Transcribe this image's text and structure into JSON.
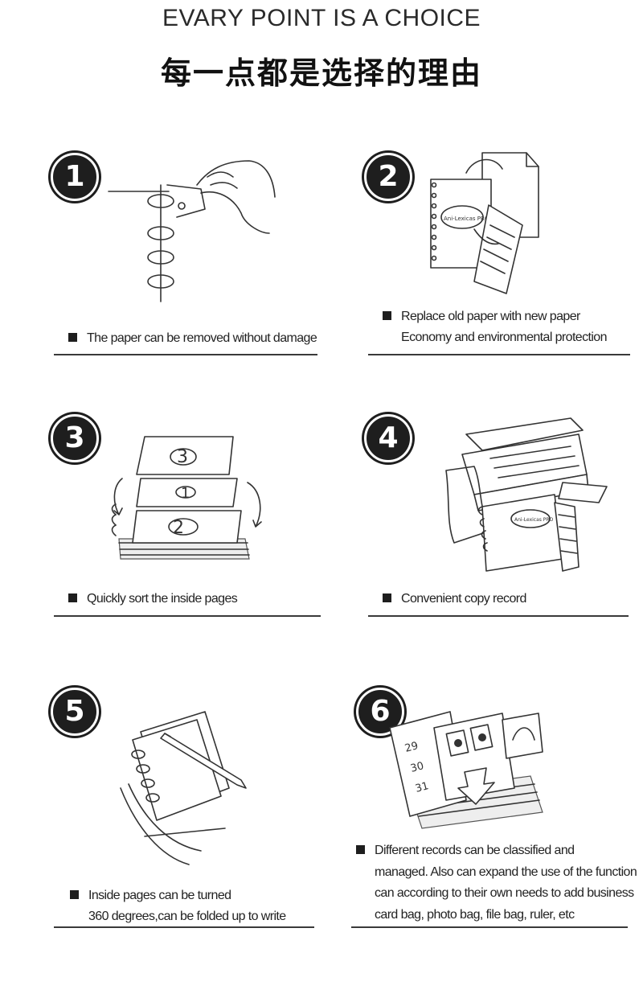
{
  "header": {
    "title_en": "EVARY POINT IS A CHOICE",
    "title_cn": "每一点都是选择的理由"
  },
  "features": [
    {
      "number": "1",
      "icon": "paper-removal-icon",
      "lines": [
        "The paper can be removed without damage"
      ]
    },
    {
      "number": "2",
      "icon": "paper-replace-icon",
      "lines": [
        "Replace old paper with new paper",
        "Economy and environmental protection"
      ]
    },
    {
      "number": "3",
      "icon": "sort-pages-icon",
      "lines": [
        "Quickly sort the inside pages"
      ]
    },
    {
      "number": "4",
      "icon": "copier-icon",
      "lines": [
        "Convenient copy  record"
      ]
    },
    {
      "number": "5",
      "icon": "fold-notebook-icon",
      "lines": [
        "Inside pages can be turned",
        "360 degrees,can be folded up to write"
      ]
    },
    {
      "number": "6",
      "icon": "accessories-icon",
      "lines": [
        "Different records can be classified and",
        "managed. Also can expand the use of the function",
        "can according to their own needs to add business",
        "card bag, photo bag, file bag, ruler, etc"
      ]
    }
  ],
  "illustration_text": {
    "brand": "Ani-Lexicas PRO",
    "page_numbers": [
      "3",
      "1",
      "2"
    ],
    "calendar": [
      "29",
      "30",
      "31"
    ]
  },
  "colors": {
    "badge": "#1e1e1e",
    "rule": "#3a3a3a",
    "text": "#222222"
  }
}
